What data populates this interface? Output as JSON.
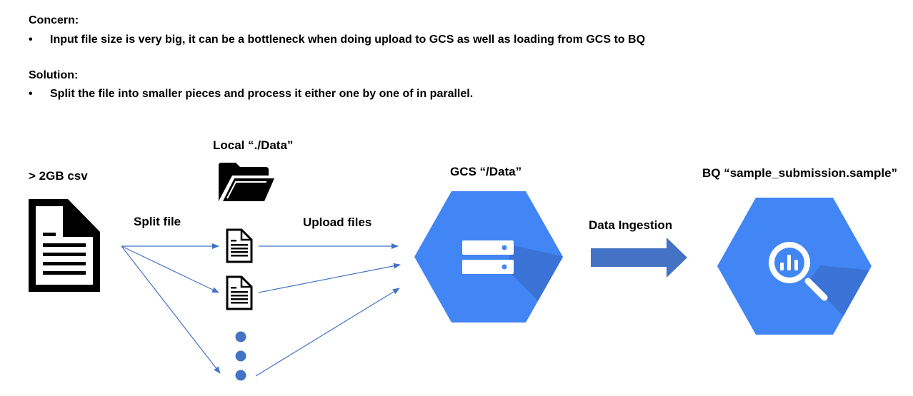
{
  "notes": {
    "concern_heading": "Concern:",
    "concern_bullet": "Input file size is very big, it can be a bottleneck when doing upload to GCS as well as loading from GCS to BQ",
    "solution_heading": "Solution:",
    "solution_bullet": "Split the file into smaller pieces and process it either one by one of in parallel.",
    "bullet_glyph": "•"
  },
  "diagram": {
    "source_label": "> 2GB csv",
    "split_label": "Split file",
    "local_label": "Local “./Data”",
    "upload_label": "Upload files",
    "gcs_label": "GCS “/Data”",
    "ingestion_label": "Data Ingestion",
    "bq_label": "BQ “sample_submission.sample”"
  },
  "icons": {
    "source": "document-icon",
    "local": "folder-icon",
    "chunks": "document-icon",
    "more": "ellipsis-vertical-icon",
    "gcs": "cloud-storage-icon",
    "bq": "bigquery-icon",
    "transfer": "arrow-right-icon"
  },
  "colors": {
    "arrow_line": "#4472c4",
    "gcp_blue": "#4285f4",
    "gcp_shadow": "#3a6fd0",
    "ingestion_arrow": "#4472c4"
  }
}
